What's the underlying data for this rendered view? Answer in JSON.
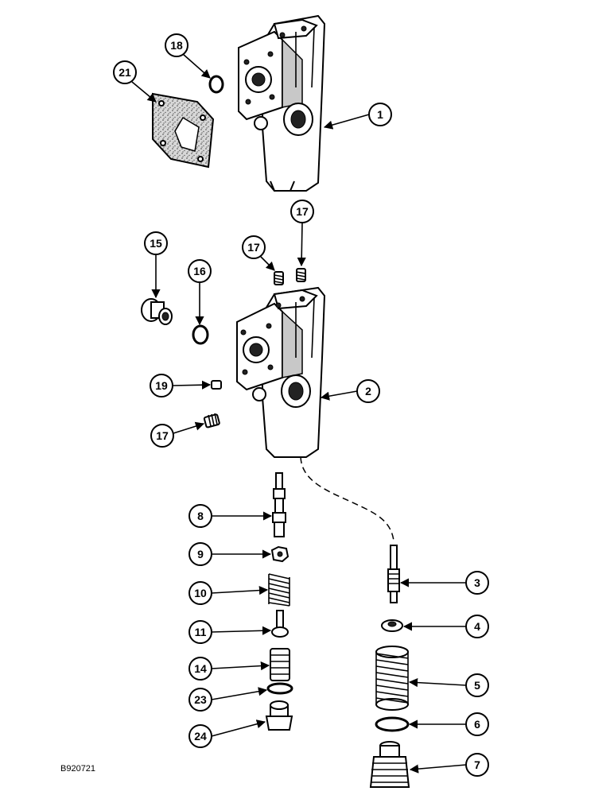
{
  "figure_id": "B920721",
  "callouts": {
    "c1": "1",
    "c2": "2",
    "c3": "3",
    "c4": "4",
    "c5": "5",
    "c6": "6",
    "c7": "7",
    "c8": "8",
    "c9": "9",
    "c10": "10",
    "c11": "11",
    "c14": "14",
    "c15": "15",
    "c16": "16",
    "c17a": "17",
    "c17b": "17",
    "c17c": "17",
    "c18": "18",
    "c19": "19",
    "c21": "21",
    "c23": "23",
    "c24": "24"
  }
}
